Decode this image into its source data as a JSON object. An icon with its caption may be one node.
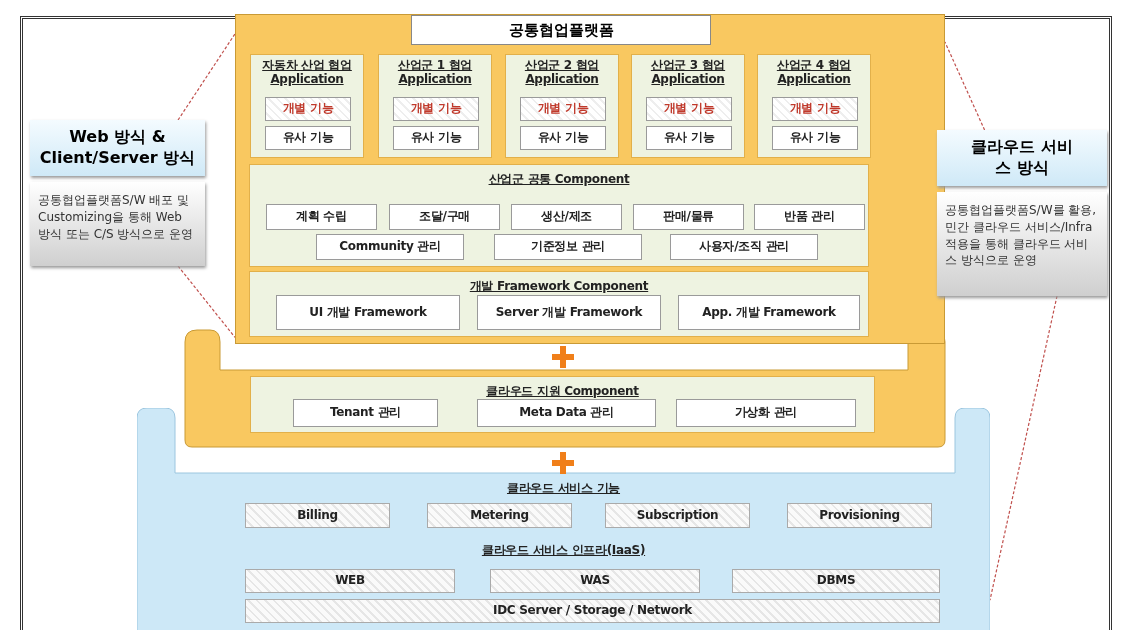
{
  "diagram": {
    "nodes": [
      {
        "text": [
          "Web 방식 & Client/Server 방식"
        ]
      },
      {
        "text": [
          "공통협업플랫폼S/W 배포 및 Customizing을 통해 Web 방식 또는 C/S 방식으로 운영"
        ]
      },
      {
        "text": [
          "공통협업플랫폼"
        ]
      },
      {
        "text": [
          "자동차 산업 협업 Application"
        ],
        "in": 2
      },
      {
        "text": [
          "개별 기능"
        ],
        "in": 3
      },
      {
        "text": [
          "유사 기능"
        ],
        "in": 3
      },
      {
        "text": [
          "산업군 1 협업 Application"
        ],
        "in": 2
      },
      {
        "text": [
          "개별 기능"
        ],
        "in": 6
      },
      {
        "text": [
          "유사 기능"
        ],
        "in": 6
      },
      {
        "text": [
          "산업군 2 협업 Application"
        ],
        "in": 2
      },
      {
        "text": [
          "개별 기능"
        ],
        "in": 9
      },
      {
        "text": [
          "유사 기능"
        ],
        "in": 9
      },
      {
        "text": [
          "산업군 3 협업 Application"
        ],
        "in": 2
      },
      {
        "text": [
          "개별 기능"
        ],
        "in": 12
      },
      {
        "text": [
          "유사 기능"
        ],
        "in": 12
      },
      {
        "text": [
          "산업군 4 협업 Application"
        ],
        "in": 2
      },
      {
        "text": [
          "개별 기능"
        ],
        "in": 15
      },
      {
        "text": [
          "유사 기능"
        ],
        "in": 15
      },
      {
        "text": [
          "산업군 공통 Component"
        ],
        "in": 2
      },
      {
        "text": [
          "계획 수립"
        ],
        "in": 18
      },
      {
        "text": [
          "조달/구매"
        ],
        "in": 18
      },
      {
        "text": [
          "생산/제조"
        ],
        "in": 18
      },
      {
        "text": [
          "판매/물류"
        ],
        "in": 18
      },
      {
        "text": [
          "반품 관리"
        ],
        "in": 18
      },
      {
        "text": [
          "Community 관리"
        ],
        "in": 18
      },
      {
        "text": [
          "기준정보 관리"
        ],
        "in": 18
      },
      {
        "text": [
          "사용자/조직 관리"
        ],
        "in": 18
      },
      {
        "text": [
          "개발 Framework Component"
        ],
        "in": 2
      },
      {
        "text": [
          "UI 개발 Framework"
        ],
        "in": 27
      },
      {
        "text": [
          "Server 개발 Framework"
        ],
        "in": 27
      },
      {
        "text": [
          "App. 개발 Framework"
        ],
        "in": 27
      },
      {
        "text": [
          "클라우드 지원 Component"
        ]
      },
      {
        "text": [
          "Tenant 관리"
        ],
        "in": 31
      },
      {
        "text": [
          "Meta Data 관리"
        ],
        "in": 31
      },
      {
        "text": [
          "가상화 관리"
        ],
        "in": 31
      },
      {
        "text": [
          "클라우드 서비스 기능",
          "클라우드 서비스 인프라(IaaS)"
        ]
      },
      {
        "text": [
          "Billing"
        ],
        "in": 35
      },
      {
        "text": [
          "Metering"
        ],
        "in": 35
      },
      {
        "text": [
          "Subscription"
        ],
        "in": 35
      },
      {
        "text": [
          "Provisioning"
        ],
        "in": 35
      },
      {
        "text": [
          "WEB"
        ],
        "in": 35
      },
      {
        "text": [
          "WAS"
        ],
        "in": 35
      },
      {
        "text": [
          "DBMS"
        ],
        "in": 35
      },
      {
        "text": [
          "IDC Server / Storage / Network"
        ],
        "in": 35
      },
      {
        "text": [
          "클라우드 서비스 방식"
        ]
      },
      {
        "text": [
          "공통협업플랫폼S/W를 활용, 민간 클라우드 서비스/Infra 적용을 통해 클라우드 서비스 방식으로 운영"
        ]
      }
    ],
    "edges": [
      {
        "from": 0,
        "to": 2,
        "arrow": "none",
        "style": "dashed",
        "color": "#c0504d"
      },
      {
        "from": 1,
        "to": 2,
        "arrow": "none",
        "style": "dashed",
        "color": "#c0504d"
      },
      {
        "from": 44,
        "to": 2,
        "arrow": "none",
        "style": "dashed",
        "color": "#c0504d"
      },
      {
        "from": 45,
        "to": 35,
        "arrow": "none",
        "style": "dashed",
        "color": "#c0504d"
      }
    ]
  }
}
